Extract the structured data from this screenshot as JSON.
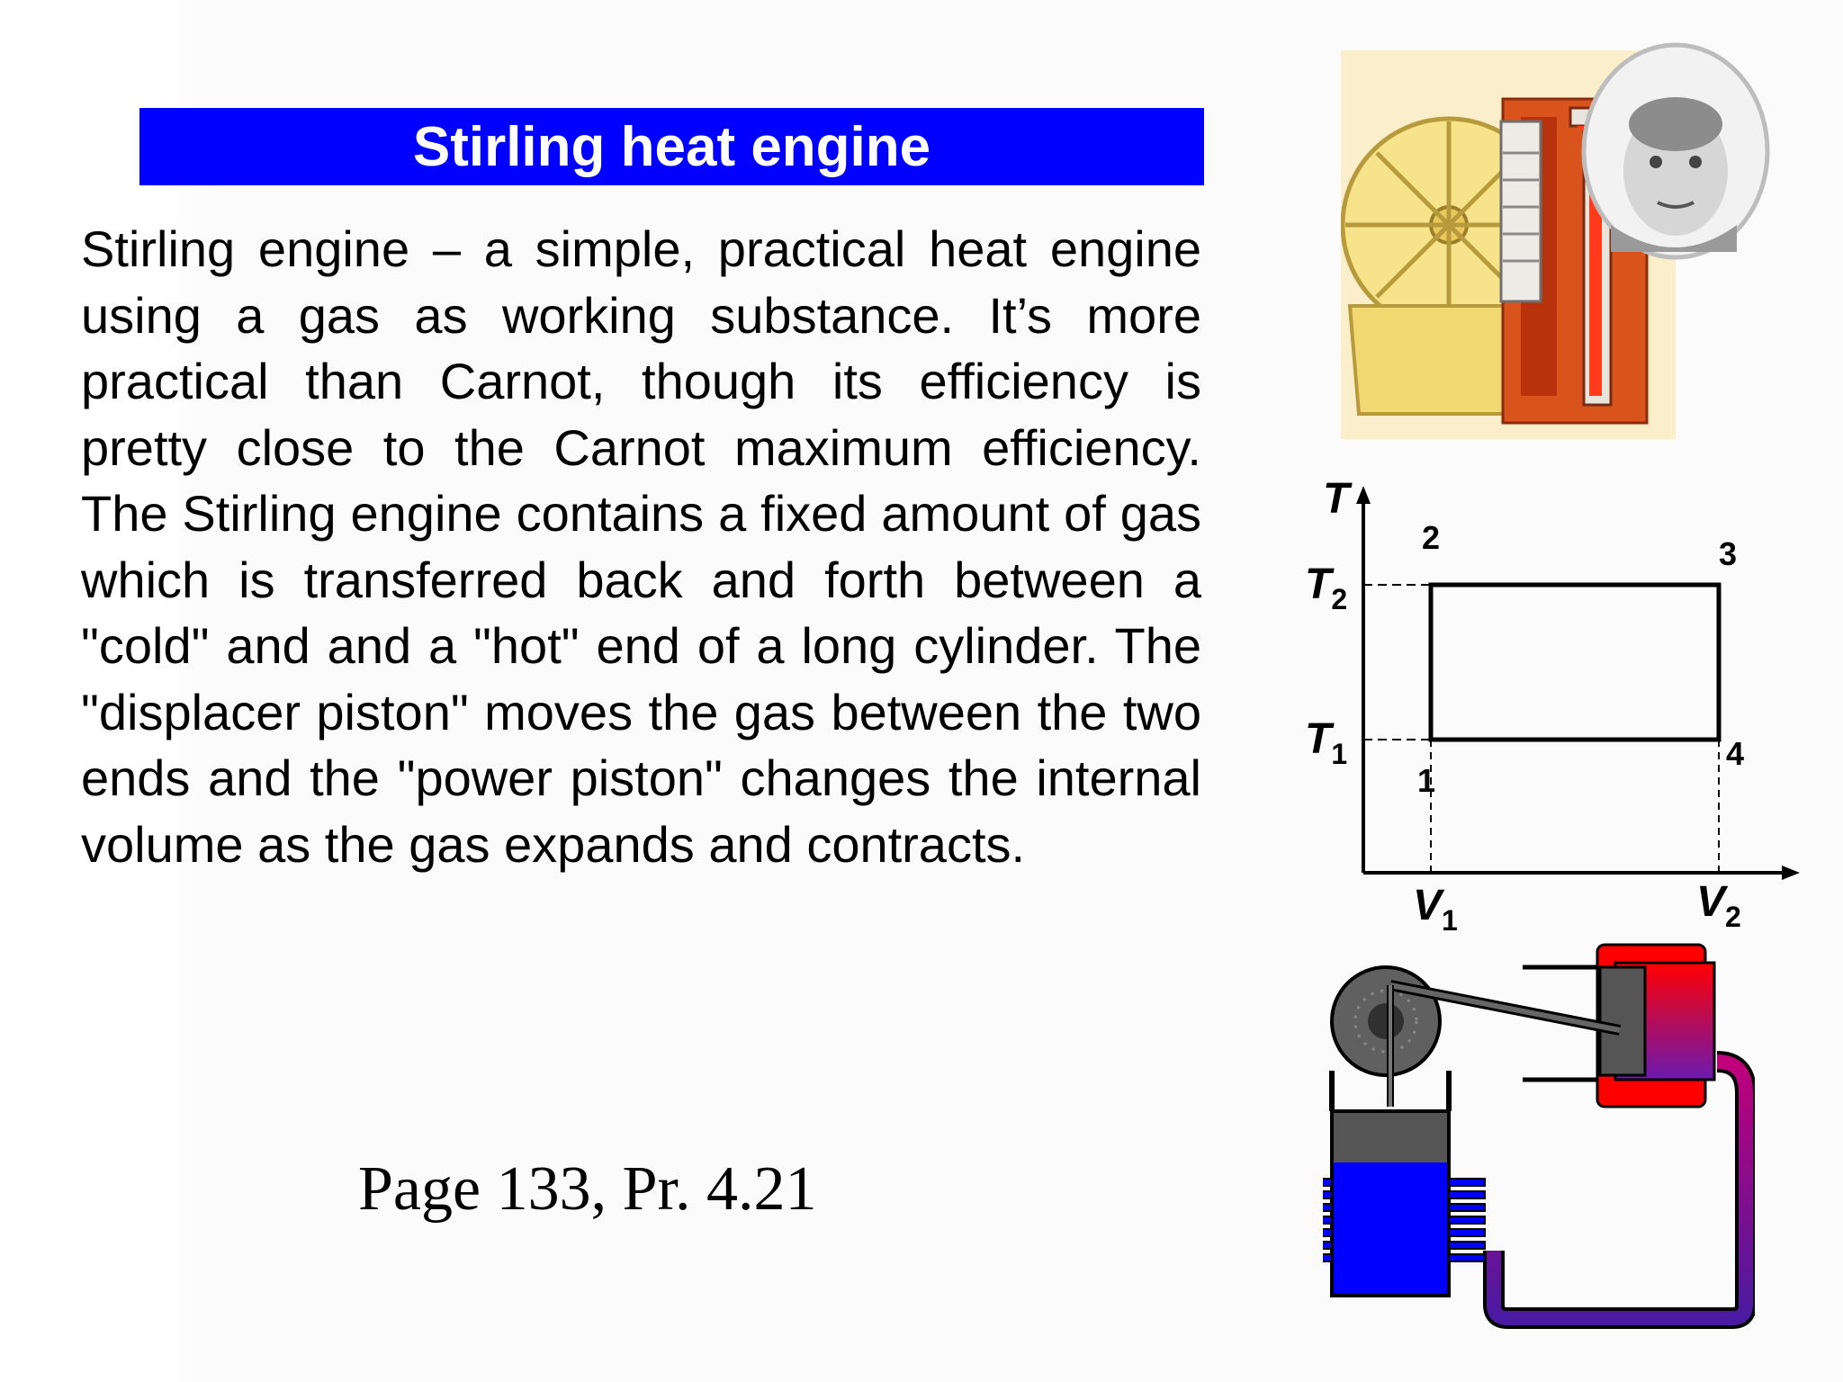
{
  "slide": {
    "title": "Stirling heat engine",
    "body": "Stirling engine – a simple, practical heat engine using a gas as working substance. It’s more practical than Carnot, though its efficiency is pretty close to the Carnot maximum efficiency. The Stirling engine contains a fixed amount of gas which is transferred back and forth between a \"cold\" and and a \"hot\" end of a long cylinder. The \"displacer piston\" moves the gas between the two ends and the \"power piston\" changes the internal volume as the gas expands and contracts.",
    "reference": "Page 133, Pr. 4.21",
    "title_bar_color": "#0000ff"
  },
  "diagram": {
    "axis_y": "T",
    "t_high": "T",
    "t_high_sub": "2",
    "t_low": "T",
    "t_low_sub": "1",
    "v_low": "V",
    "v_low_sub": "1",
    "v_high": "V",
    "v_high_sub": "2",
    "point_1": "1",
    "point_2": "2",
    "point_3": "3",
    "point_4": "4"
  },
  "illustrations": {
    "engine_cutaway": "stirling-engine-cutaway-illustration",
    "portrait": "robert-stirling-portrait",
    "schematic": "stirling-engine-schematic",
    "hot_color": "#ff0000",
    "cold_color": "#0000ff"
  }
}
